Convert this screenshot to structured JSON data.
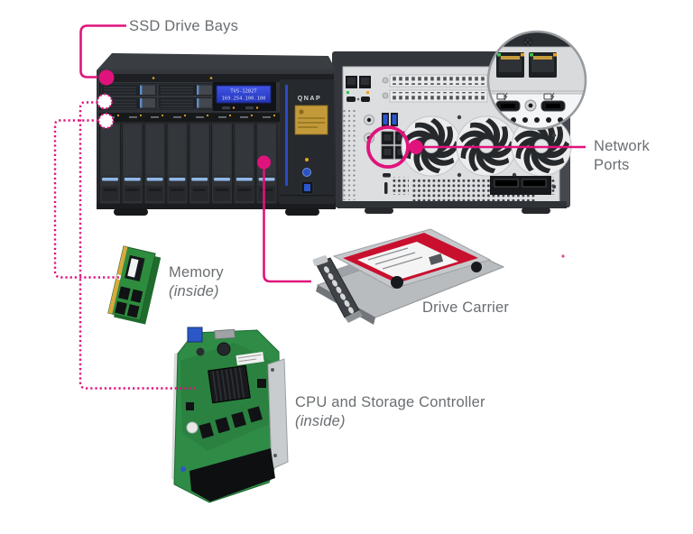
{
  "colors": {
    "accent_pink": "#e0137c",
    "label_gray": "#6a6e71",
    "front_chassis": "#2b2e33",
    "rear_panel": "#dcdee0",
    "lcd_blue": "#2c3ed6",
    "pcb_green": "#2f8c46",
    "hdd_label_red": "#c8102e",
    "gold_sticker": "#c29a3a"
  },
  "callouts": {
    "ssd": {
      "label": "SSD Drive Bays"
    },
    "network": {
      "line1": "Network",
      "line2": "Ports"
    },
    "memory": {
      "label": "Memory",
      "sublabel": "(inside)"
    },
    "drive_carrier": {
      "label": "Drive Carrier"
    },
    "cpu": {
      "label": "CPU and Storage Controller",
      "sublabel": "(inside)"
    }
  },
  "device": {
    "front": {
      "brand": "QNAP",
      "lcd_line1": "TVS-1282T",
      "lcd_line2": "169.254.100.100",
      "hdd_bays": 8,
      "ssd_bays": 4
    }
  }
}
